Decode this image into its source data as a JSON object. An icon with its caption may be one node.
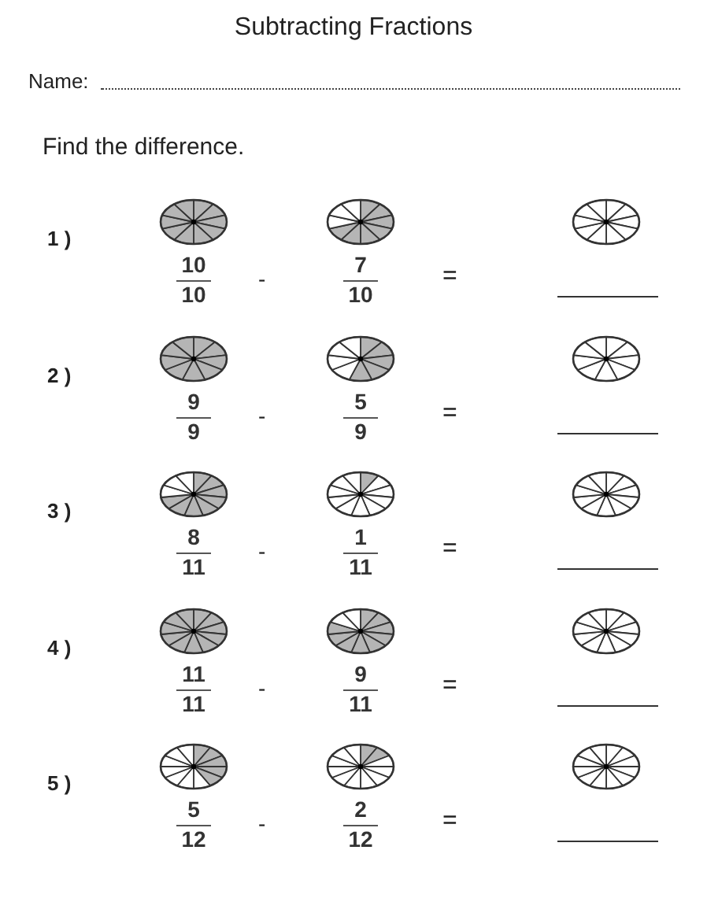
{
  "diagram": {
    "title": "Subtracting Fractions",
    "labels": [
      "Name:",
      "Find the difference.",
      "1 )",
      "10",
      "10",
      "-",
      "7",
      "10",
      "=",
      "2 )",
      "9",
      "9",
      "-",
      "5",
      "9",
      "=",
      "3 )",
      "8",
      "11",
      "-",
      "1",
      "11",
      "=",
      "4 )",
      "11",
      "11",
      "-",
      "9",
      "11",
      "=",
      "5 )",
      "5",
      "12",
      "-",
      "2",
      "12",
      "="
    ]
  }
}
